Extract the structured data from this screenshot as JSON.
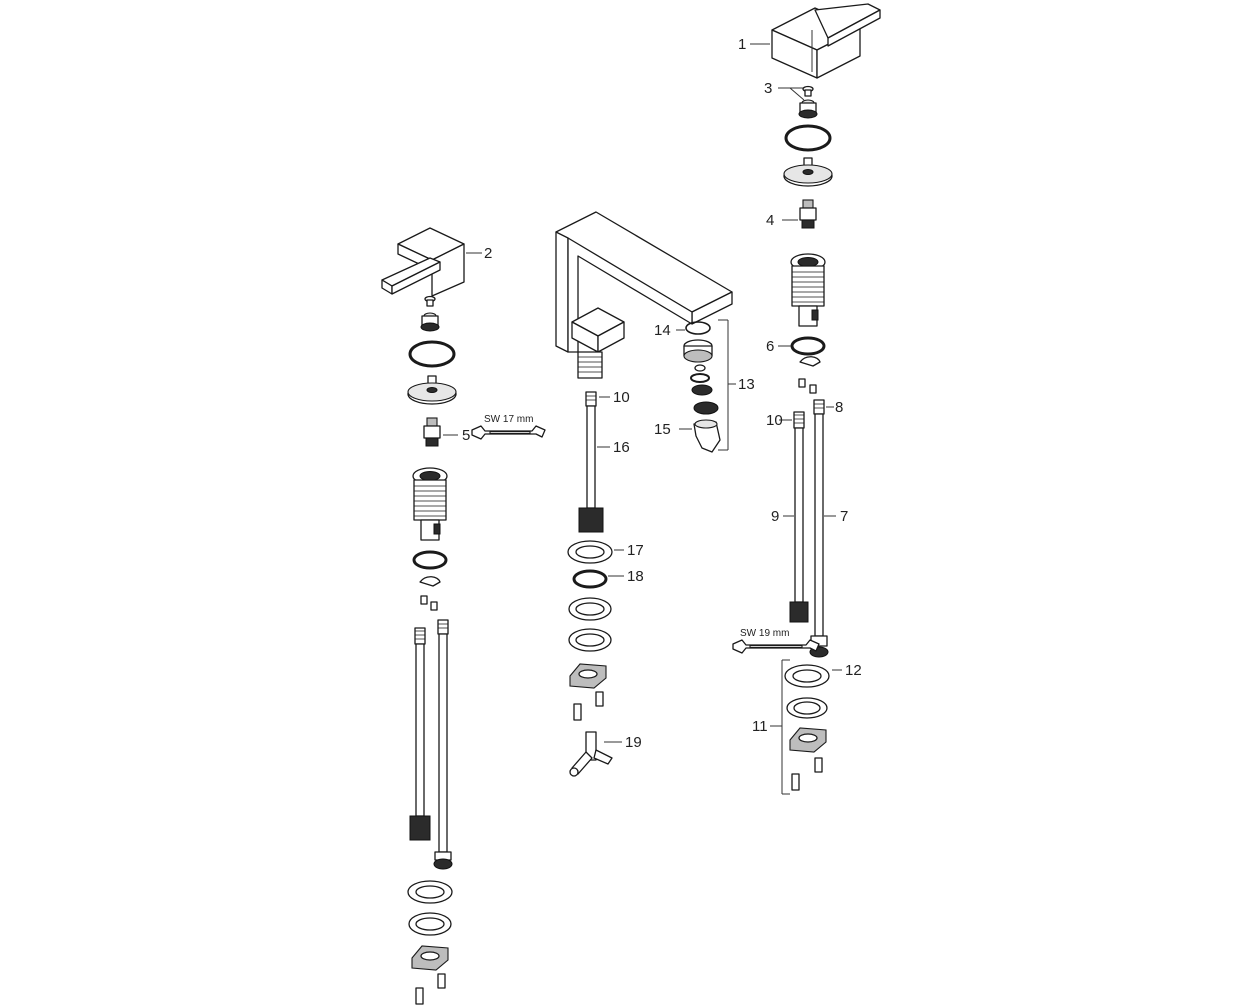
{
  "diagram": {
    "callouts": {
      "c1": "1",
      "c2": "2",
      "c3": "3",
      "c4": "4",
      "c5": "5",
      "c6": "6",
      "c7": "7",
      "c8": "8",
      "c9": "9",
      "c10a": "10",
      "c10b": "10",
      "c11": "11",
      "c12": "12",
      "c13": "13",
      "c14": "14",
      "c15": "15",
      "c16": "16",
      "c17": "17",
      "c18": "18",
      "c19": "19"
    },
    "tools": {
      "wrench_17": "SW 17 mm",
      "wrench_19": "SW 19 mm"
    }
  }
}
